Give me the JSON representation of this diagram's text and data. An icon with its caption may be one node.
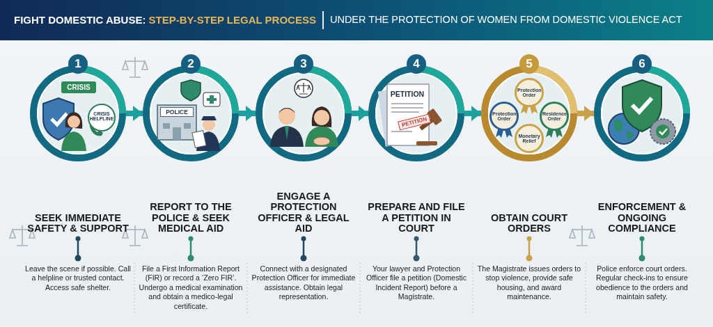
{
  "diagram": {
    "title": "FIGHT DOMESTIC ABUSE: *STEP-BY-STEP LEGAL PROCESS*",
    "caption": "UNDER THE PROTECTION OF WOMEN FROM DOMESTIC VIOLENCE ACT",
    "nodes": [
      {
        "text": [
          "CRISIS",
          "CRISIS HELPLINE"
        ],
        "beside": [
          "1"
        ]
      },
      {
        "text": [
          "POLICE"
        ],
        "beside": [
          "2"
        ]
      },
      {
        "text": [],
        "shape": "circle",
        "beside": [
          "3"
        ]
      },
      {
        "text": [
          "PETITION",
          "PETITION"
        ],
        "beside": [
          "4"
        ]
      },
      {
        "text": [],
        "shape": "circle",
        "beside": [
          "5"
        ]
      },
      {
        "text": [
          "Protection Order"
        ],
        "in": 4
      },
      {
        "text": [
          "Protection Order"
        ],
        "in": 4
      },
      {
        "text": [
          "Residence Order"
        ],
        "in": 4
      },
      {
        "text": [
          "Monetary Relief"
        ],
        "in": 4
      },
      {
        "text": [],
        "shape": "circle",
        "beside": [
          "6"
        ]
      }
    ],
    "edges": [
      {
        "from": 0,
        "to": 1,
        "arrow": "to"
      },
      {
        "from": 1,
        "to": 2,
        "arrow": "to"
      },
      {
        "from": 2,
        "to": 3,
        "arrow": "to"
      },
      {
        "from": 3,
        "to": 4,
        "arrow": "to"
      },
      {
        "from": 4,
        "to": 9,
        "arrow": "to",
        "color": "#c9a24a"
      }
    ],
    "labels": [
      "SEEK IMMEDIATE SAFETY & SUPPORT",
      "REPORT TO THE POLICE & SEEK MEDICAL AID",
      "ENGAGE A PROTECTION OFFICER & LEGAL AID",
      "PREPARE AND FILE A PETITION IN COURT",
      "OBTAIN COURT ORDERS",
      "ENFORCEMENT & ONGOING COMPLIANCE",
      "Leave the scene if possible. Call a helpline or trusted contact. Access safe shelter.",
      "File a First Information Report (FIR) or record a ‘Zero FIR’. Undergo a medical examination and obtain a medico-legal certificate.",
      "Connect with a designated Protection Officer for immediate assistance. Obtain legal representation.",
      "Your lawyer and Protection Officer file a petition (Domestic Incident Report) before a Magistrate.",
      "The Magistrate issues orders to stop violence, provide safe housing, and award maintenance.",
      "Police enforce court orders. Regular check-ins to ensure obedience to the orders and maintain safety."
    ]
  }
}
